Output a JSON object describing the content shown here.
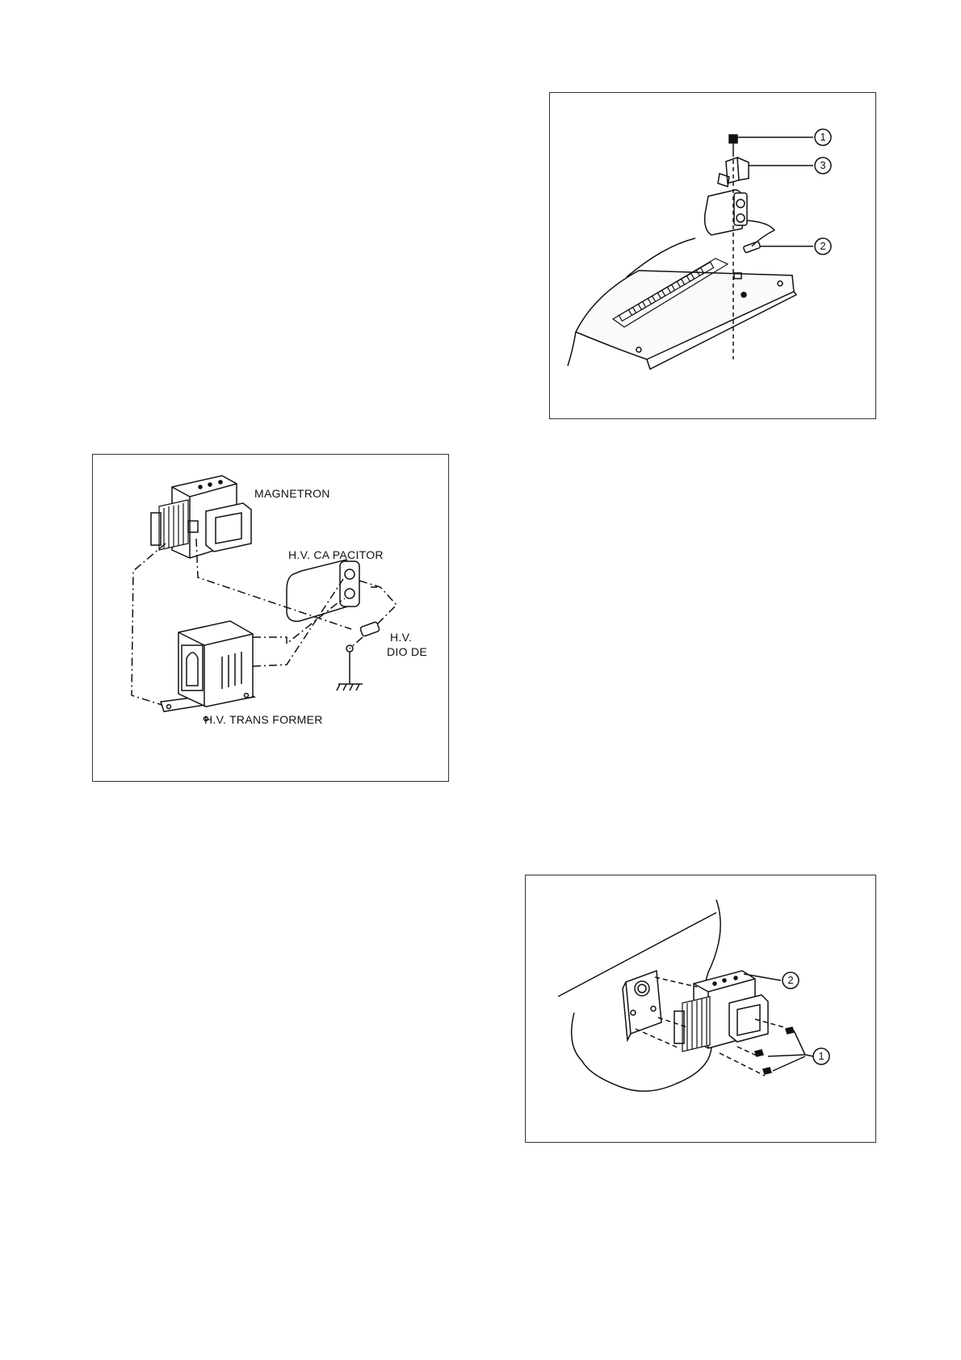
{
  "wiring_diagram": {
    "labels": {
      "magnetron": "MAGNETRON",
      "capacitor": "H.V. CA PACITOR",
      "diode_line1": "H.V.",
      "diode_line2": "DIO DE",
      "transformer": "H.V. TRANS FORMER"
    }
  },
  "capacitor_diagram": {
    "callouts": [
      "1",
      "3",
      "2"
    ]
  },
  "magnetron_diagram": {
    "callouts": [
      "2",
      "1"
    ]
  }
}
